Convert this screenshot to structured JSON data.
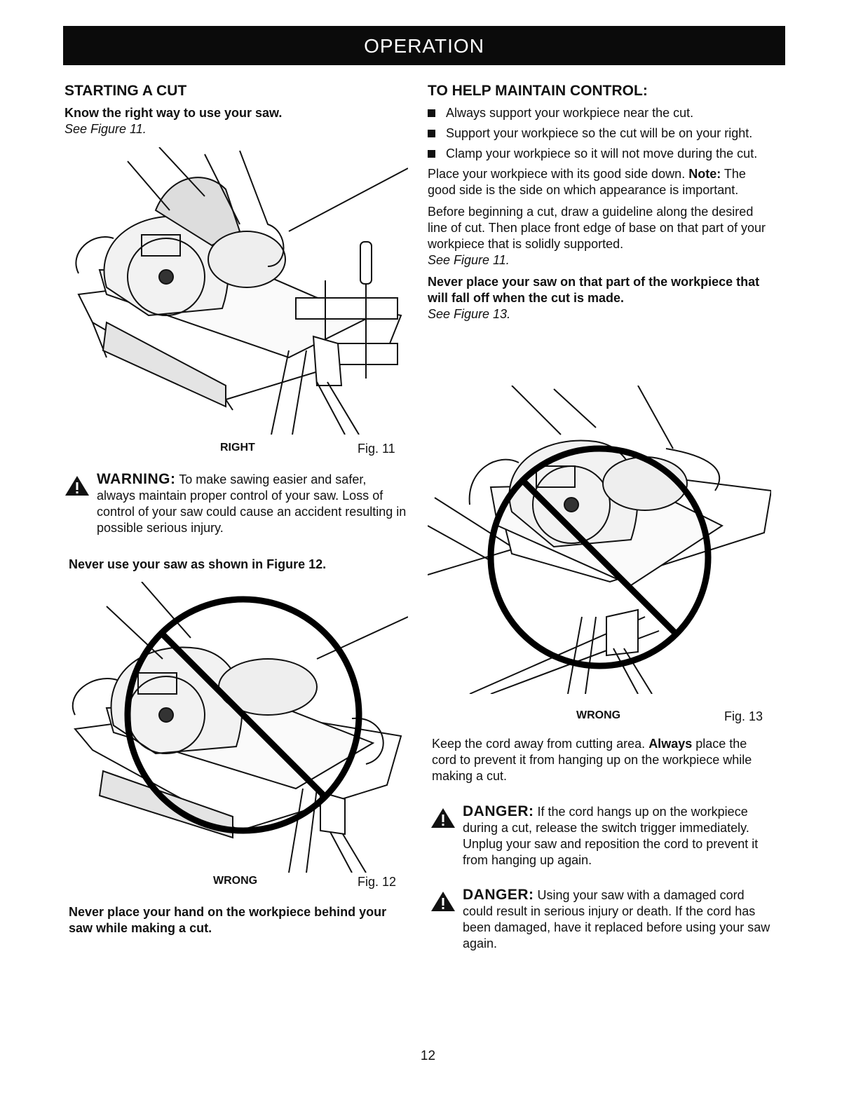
{
  "header": {
    "title": "OPERATION"
  },
  "left": {
    "section_title": "STARTING A CUT",
    "intro_bold": "Know the right way to use your saw.",
    "intro_ref": "See Figure 11.",
    "fig11": {
      "label": "RIGHT",
      "number": "Fig. 11"
    },
    "warning": {
      "head": "WARNING:",
      "text": "To make sawing easier and safer, always maintain proper control of your saw. Loss of control of your saw could cause an accident resulting in possible serious injury."
    },
    "never_use": "Never use your saw as shown in Figure 12.",
    "fig12": {
      "label": "WRONG",
      "number": "Fig. 12"
    },
    "never_hand": "Never place your hand on the workpiece behind your saw while making a cut."
  },
  "right": {
    "section_title": "TO HELP MAINTAIN CONTROL:",
    "bullets": [
      "Always support your workpiece near the cut.",
      "Support your workpiece so the cut will be on your right.",
      "Clamp your workpiece so it will not move during the cut."
    ],
    "place_text": "Place your workpiece with its good side down.",
    "note_label": "Note:",
    "note_text": "The good side is the side on which appearance is important.",
    "before_text": "Before beginning a cut, draw a guideline along the desired line of cut. Then place front edge of base on that part of your workpiece that is solidly supported.",
    "before_ref": "See Figure 11.",
    "never_place": "Never place your saw on that part of the workpiece that will fall off when the cut is made.",
    "never_place_ref": "See Figure 13.",
    "fig13": {
      "label": "WRONG",
      "number": "Fig. 13"
    },
    "cord_text_1": "Keep the cord away from cutting area.",
    "cord_always": "Always",
    "cord_text_2": "place the cord to prevent it from hanging up on the workpiece while making a cut.",
    "danger1": {
      "head": "DANGER:",
      "text": "If the cord hangs up on the workpiece during a cut, release the switch trigger immediately. Unplug your saw and reposition the cord to prevent it from hanging up again."
    },
    "danger2": {
      "head": "DANGER:",
      "text": "Using your saw with a damaged cord could result in serious injury or death. If the cord has been damaged, have it replaced before using your saw again."
    }
  },
  "footer": {
    "page_number": "12"
  }
}
